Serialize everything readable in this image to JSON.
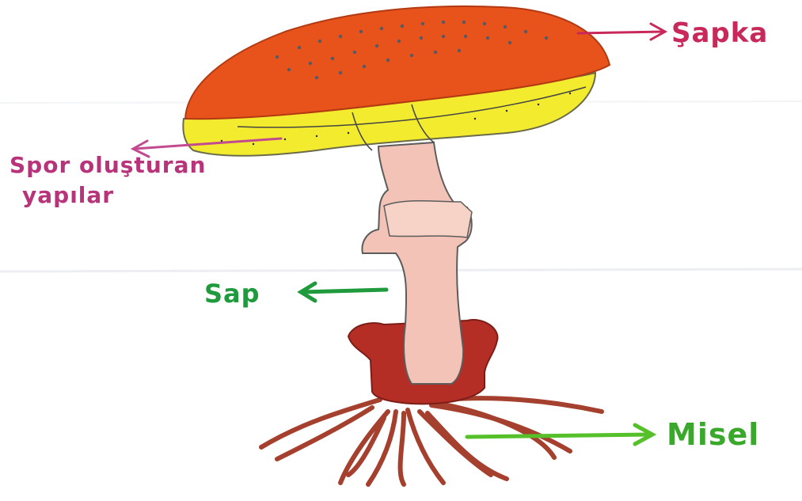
{
  "labels": {
    "cap": "Şapka",
    "spore_line1": "Spor oluşturan",
    "spore_line2": "yapılar",
    "stalk": "Sap",
    "mycelium": "Misel"
  },
  "colors": {
    "cap_red": "#e8531c",
    "gills_yellow": "#f3ec2e",
    "stem_pink": "#f2c3b6",
    "volva_red": "#b42e26",
    "roots": "#a5402e",
    "label_cap": "#c8285a",
    "label_spore": "#b8337a",
    "label_stalk": "#1f9a3c",
    "label_mycelium": "#3aa82a"
  }
}
